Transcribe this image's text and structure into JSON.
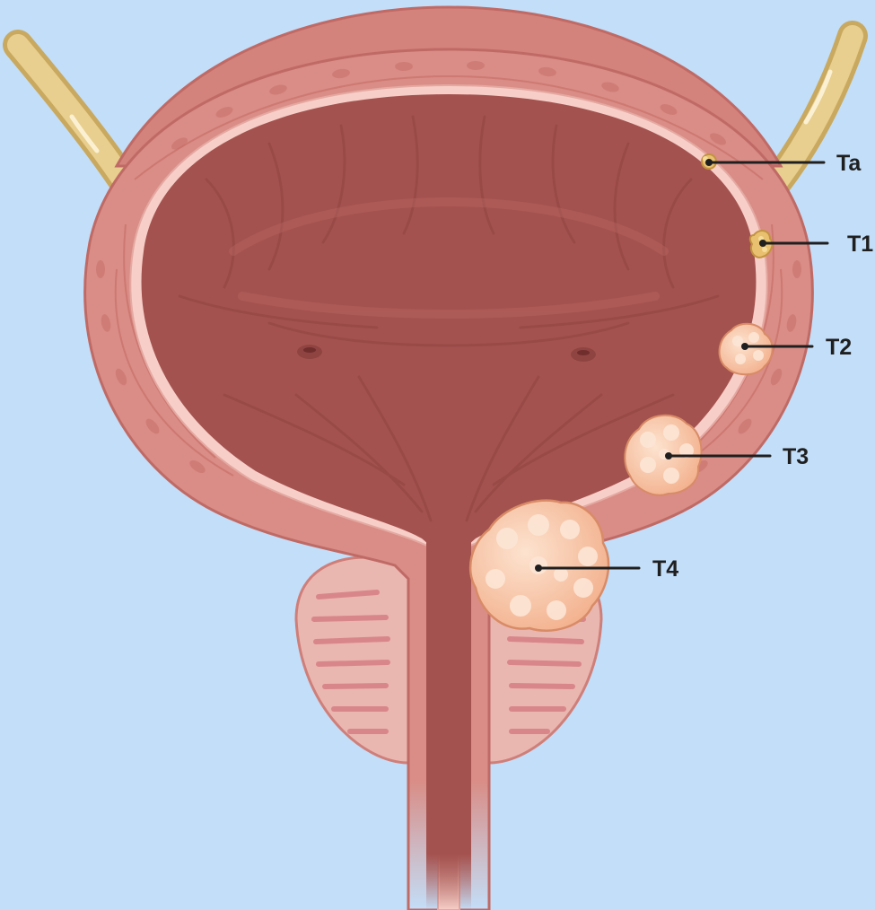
{
  "diagram": {
    "labels": [
      {
        "id": "ta",
        "text": "Ta"
      },
      {
        "id": "t1",
        "text": "T1"
      },
      {
        "id": "t2",
        "text": "T2"
      },
      {
        "id": "t3",
        "text": "T3"
      },
      {
        "id": "t4",
        "text": "T4"
      }
    ]
  },
  "colors": {
    "background": "#c3def8",
    "bladder_lumen": "#a4524f",
    "bladder_wall": "#d98d86",
    "mucosa": "#f7cfc8",
    "prostate": "#eab7b0",
    "ureter": "#dcc07a",
    "tumor": "#f8c4a2"
  }
}
